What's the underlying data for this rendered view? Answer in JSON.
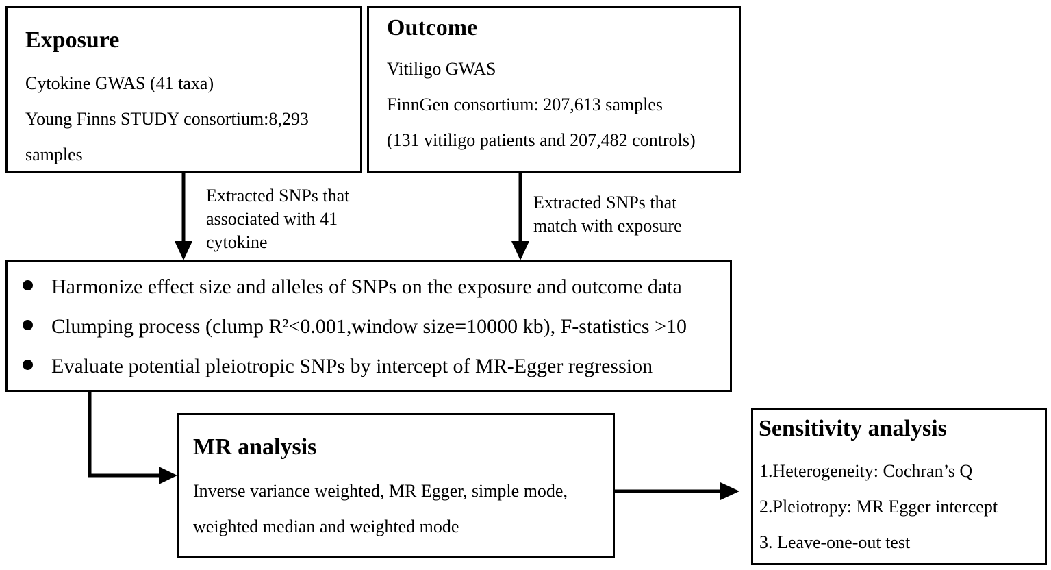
{
  "exposure": {
    "title": "Exposure",
    "lines": [
      "Cytokine GWAS (41 taxa)",
      "Young Finns STUDY  consortium:8,293",
      "samples"
    ]
  },
  "outcome": {
    "title": "Outcome",
    "lines": [
      "Vitiligo  GWAS",
      "FinnGen consortium: 207,613 samples",
      "(131 vitiligo patients and 207,482 controls)"
    ]
  },
  "exposure_arrow_label": [
    "Extracted SNPs that",
    "associated with 41",
    "cytokine"
  ],
  "outcome_arrow_label": [
    "Extracted SNPs that",
    "match with exposure"
  ],
  "processing": {
    "bullets": [
      "Harmonize effect size and alleles of SNPs on the exposure and outcome data",
      "Clumping process (clump R²<0.001,window size=10000 kb), F-statistics >10",
      "Evaluate potential pleiotropic SNPs by intercept of MR-Egger regression"
    ]
  },
  "mr_analysis": {
    "title": "MR analysis",
    "lines": [
      "Inverse variance weighted, MR Egger, simple mode,",
      "weighted median and weighted mode"
    ]
  },
  "sensitivity": {
    "title": "Sensitivity analysis",
    "lines": [
      "1.Heterogeneity: Cochran’s Q",
      "2.Pleiotropy: MR Egger intercept",
      "3. Leave-one-out test"
    ]
  }
}
